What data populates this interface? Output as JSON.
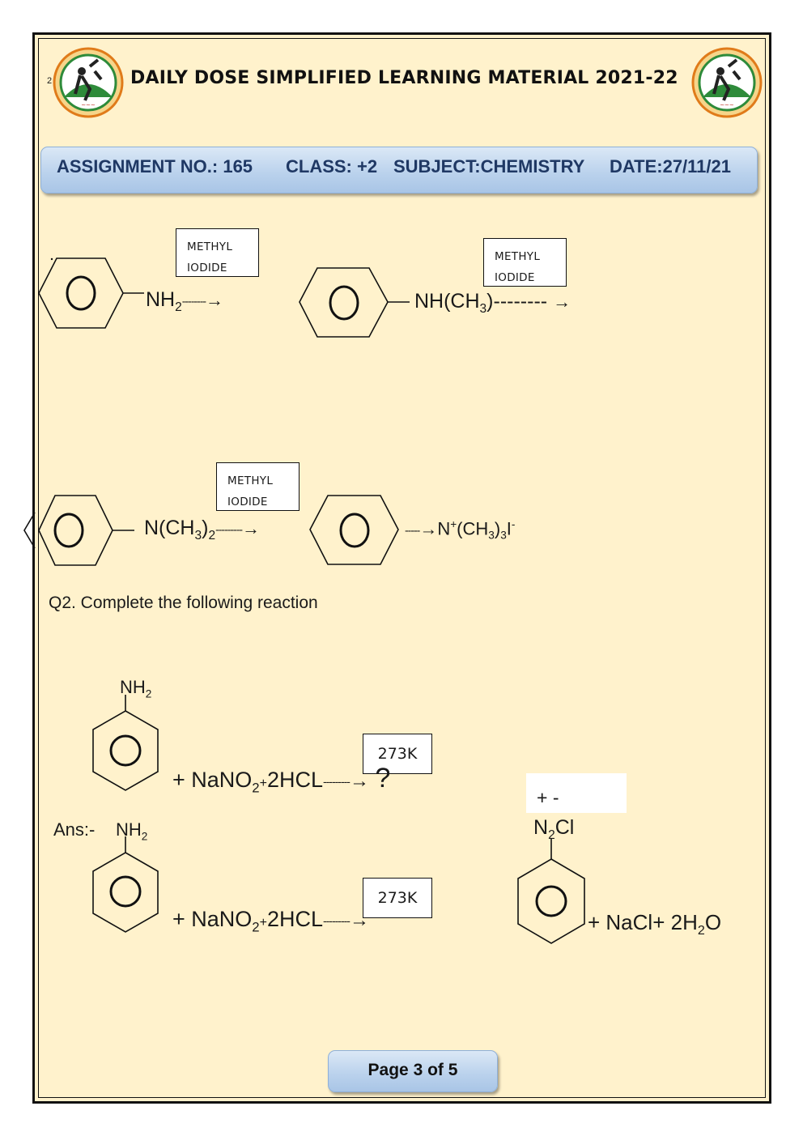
{
  "header": {
    "page_marker": "2",
    "title": "DAILY DOSE SIMPLIFIED LEARNING MATERIAL 2021-22"
  },
  "banner": {
    "assignment": "ASSIGNMENT NO.: 165",
    "class": "CLASS: +2",
    "subject": "SUBJECT:CHEMISTRY",
    "date": "DATE:27/11/21"
  },
  "reaction1": {
    "reagent_line1": "METHYL",
    "reagent_line2": "IODIDE",
    "step1_group": "NH",
    "step1_sub": "2",
    "step2_group": "NH(CH",
    "step2_sub": "3",
    "step2_tail": ")--------",
    "step3_group": "N(CH",
    "step3_sub": "3",
    "step3_close": ")",
    "step3_sub2": "2",
    "product_prefix": "-----",
    "product_n": "N",
    "product_charge": "+",
    "product_mid": "(CH",
    "product_sub": "3",
    "product_mid2": ")",
    "product_sub2": "3",
    "product_i": "I",
    "product_icharge": "-"
  },
  "arrows": {
    "short": "--------",
    "long": "---------",
    "head": "→"
  },
  "q2": {
    "question": "Q2. Complete the following reaction",
    "amine_label": "NH",
    "amine_sub": "2",
    "reactants": "+ NaNO",
    "reactants_sub": "2",
    "reactants_plus": "+",
    "acid": "2HCL",
    "condition": "273K",
    "unknown": "?",
    "answer_label": "Ans:-",
    "product_charges": "+   -",
    "product_group": "N",
    "product_sub": "2",
    "product_cl": "Cl",
    "byproducts": "+ NaCl+ 2H",
    "byproducts_sub": "2",
    "byproducts_tail": "O"
  },
  "footer": {
    "page": "Page 3 of 5"
  },
  "colors": {
    "page_background": "#fff2cc",
    "banner_text": "#1f3864",
    "banner_fill": "#b9d1ec"
  },
  "icons": [
    "emblem-logo-icon",
    "benzene-ring-icon",
    "arrow-right-icon"
  ]
}
